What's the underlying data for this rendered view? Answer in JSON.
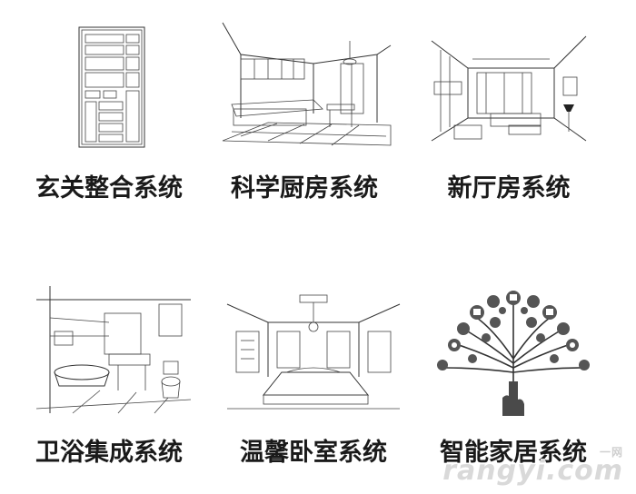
{
  "tiles": [
    {
      "label": "玄关整合系统",
      "icon": "entryway-cabinet-sketch"
    },
    {
      "label": "科学厨房系统",
      "icon": "kitchen-sketch"
    },
    {
      "label": "新厅房系统",
      "icon": "living-room-sketch"
    },
    {
      "label": "卫浴集成系统",
      "icon": "bathroom-sketch"
    },
    {
      "label": "温馨卧室系统",
      "icon": "bedroom-sketch"
    },
    {
      "label": "智能家居系统",
      "icon": "smart-home-tree-icon"
    }
  ],
  "watermark": {
    "text": "rangyi.com",
    "sub": "一网"
  }
}
